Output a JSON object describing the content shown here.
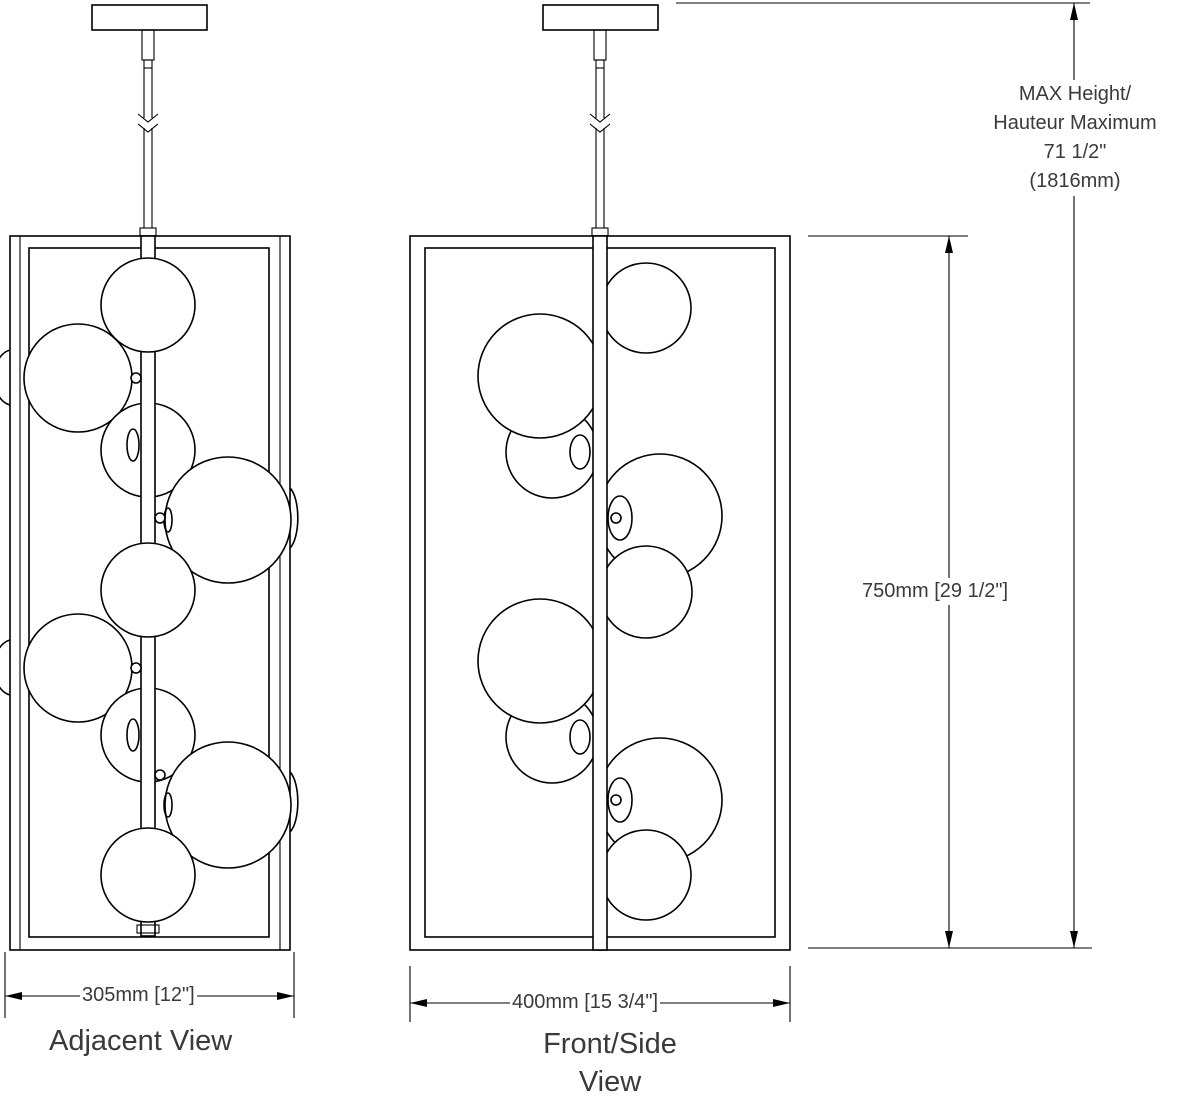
{
  "labels": {
    "adjacent_view": "Adjacent View",
    "front_side_view_line1": "Front/Side",
    "front_side_view_line2": "View",
    "width_adjacent": "305mm [12\"]",
    "width_front": "400mm [15 3/4\"]",
    "body_height": "750mm [29 1/2\"]",
    "max_height_line1": "MAX Height/",
    "max_height_line2": "Hauteur Maximum",
    "max_height_line3": "71 1/2\"",
    "max_height_line4": "(1816mm)"
  },
  "colors": {
    "line": "#000000",
    "text": "#3a3a3a",
    "background": "#ffffff"
  }
}
